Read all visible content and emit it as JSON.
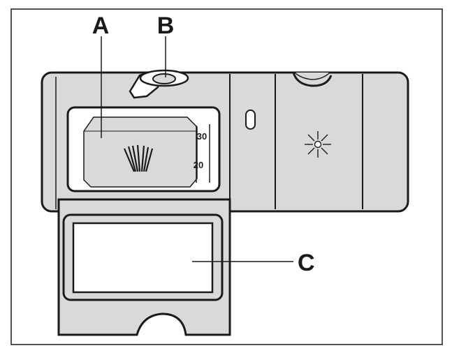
{
  "callouts": {
    "a": "A",
    "b": "B",
    "c": "C"
  },
  "scale": {
    "upper": "30",
    "lower": "20"
  },
  "colors": {
    "stroke": "#1a1a1a",
    "panel_fill": "#d9d9d9",
    "window_fill": "#ffffff",
    "background": "#ffffff"
  },
  "icons": {
    "brightener_symbol": "sun-star-icon"
  }
}
